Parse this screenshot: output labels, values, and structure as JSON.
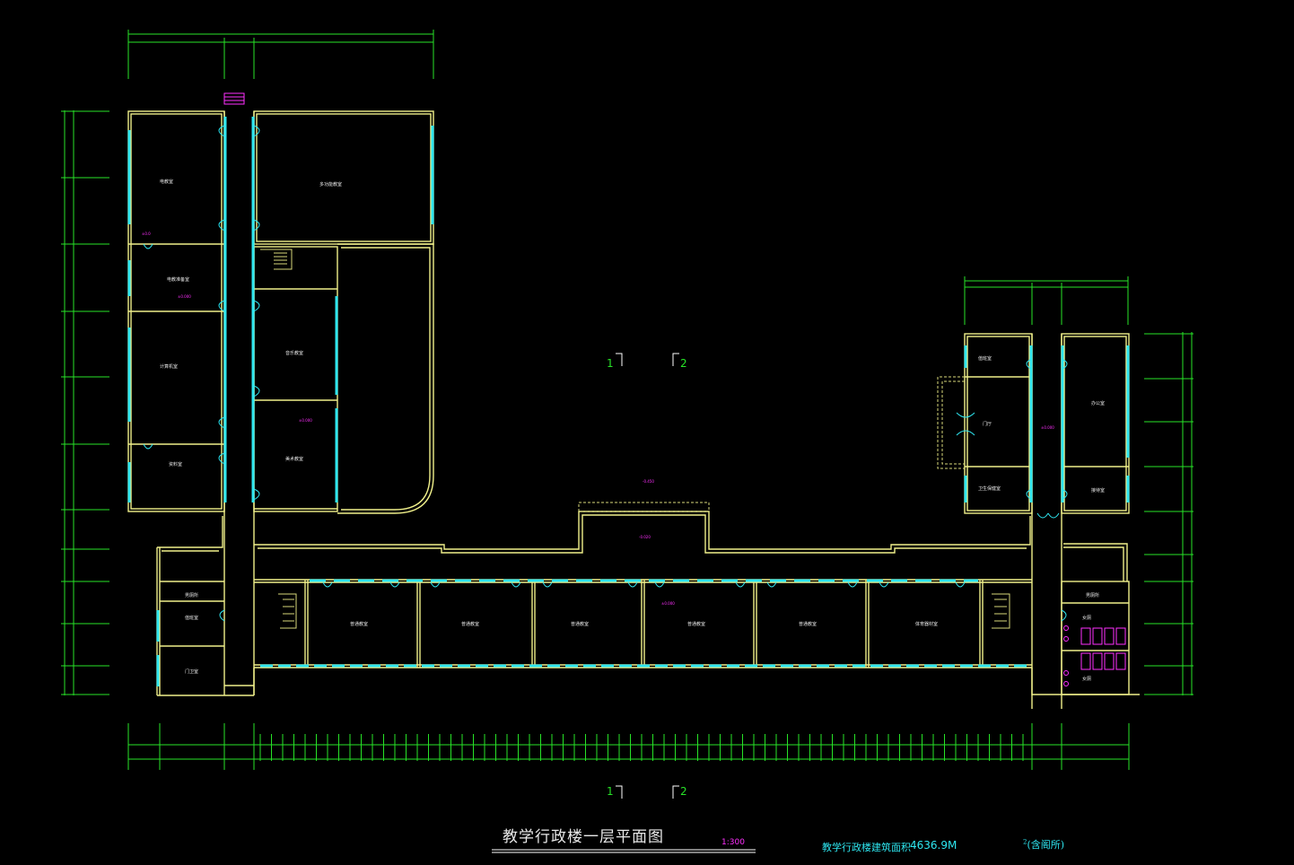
{
  "drawing": {
    "title": "教学行政楼一层平面图",
    "scale": "1:300",
    "area_label": "教学行政楼建筑面积",
    "area_value": "4636.9M",
    "area_unit_sup": "2",
    "area_unit_note": "(含阁所)"
  },
  "section_marks": [
    "1",
    "2",
    "1",
    "2"
  ],
  "rooms_left": [
    "电教室",
    "电教准备室",
    "计算机室",
    "资料室"
  ],
  "rooms_middle": [
    "多功能教室",
    "音乐教室",
    "美术教室"
  ],
  "rooms_bottom": [
    "普通教室",
    "普通教室",
    "普通教室",
    "普通教室",
    "普通教室",
    "体育器材室"
  ],
  "rooms_bottom_left": [
    "男厕所",
    "值班室",
    "门卫室"
  ],
  "rooms_right": [
    "值班室",
    "门厅",
    "办公室",
    "卫生保健室",
    "接待室"
  ],
  "rooms_right_bottom": [
    "男厕所",
    "女厕",
    "女厕"
  ],
  "colors": {
    "wall": "#f0f08a",
    "dimension": "#27e327",
    "window": "#2ee6f0",
    "annotation": "#ff2fff"
  }
}
